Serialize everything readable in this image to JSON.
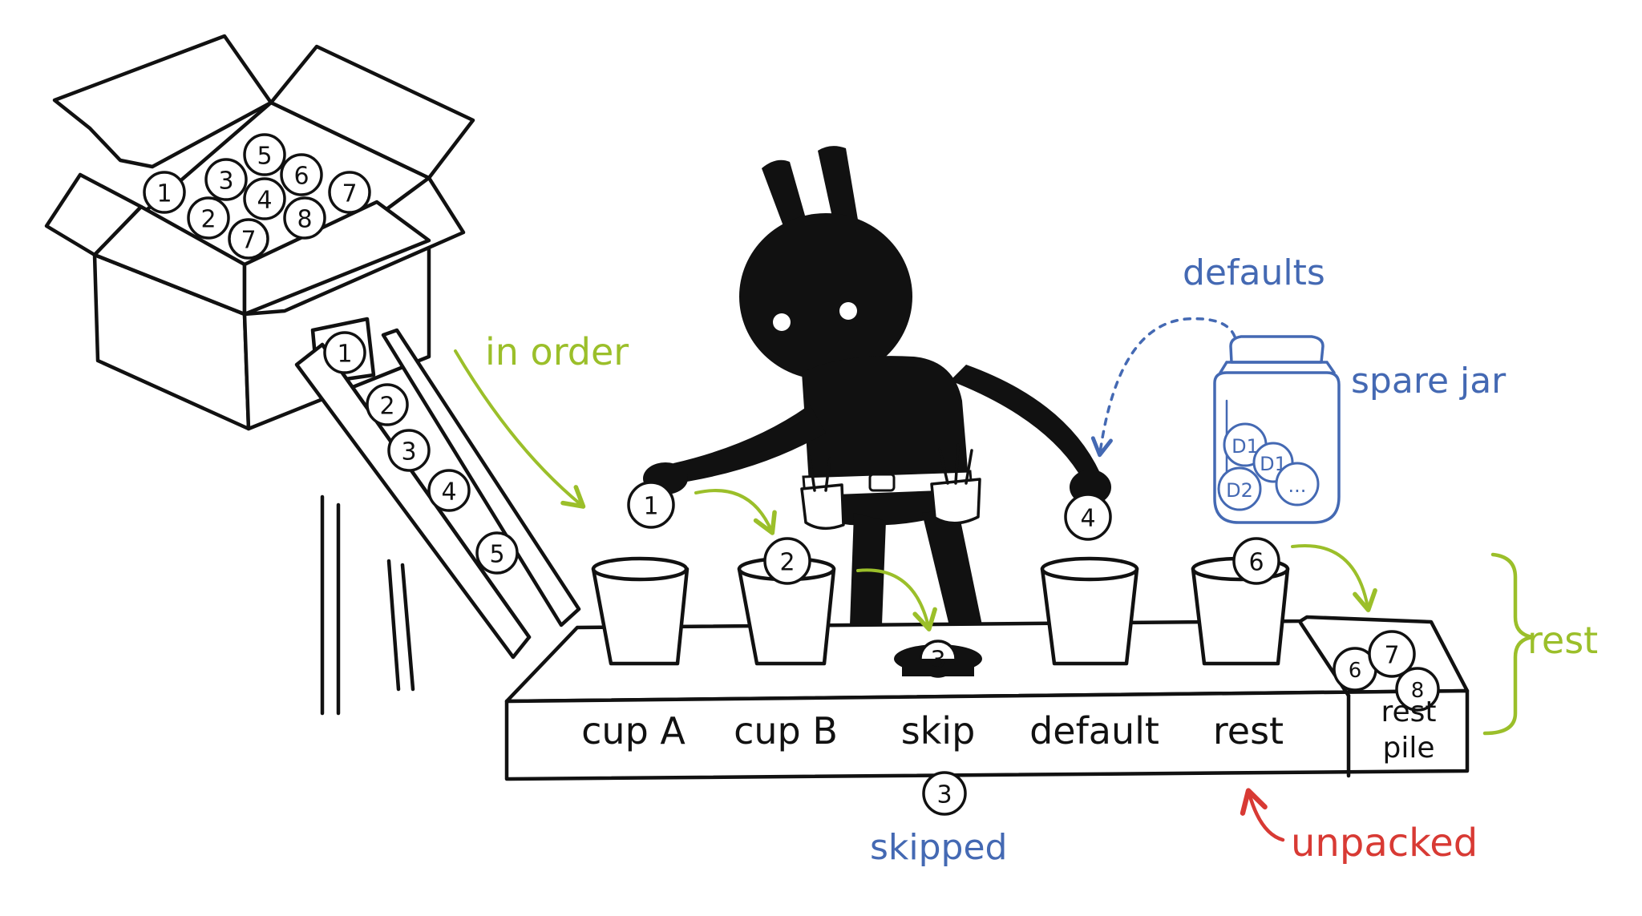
{
  "colors": {
    "ink": "#111111",
    "green": "#9bbf2a",
    "blue": "#4469b3",
    "red": "#d83a34",
    "paper": "#ffffff"
  },
  "box": {
    "balls": [
      "1",
      "2",
      "3",
      "4",
      "5",
      "6",
      "7",
      "8",
      "7"
    ]
  },
  "chute": {
    "balls": [
      "1",
      "2",
      "3",
      "4",
      "5"
    ]
  },
  "annotations": {
    "in_order": "in order",
    "defaults": "defaults",
    "spare_jar": "spare jar",
    "rest": "rest",
    "skipped": "skipped",
    "unpacked": "unpacked"
  },
  "jar": {
    "balls": [
      "D1",
      "D1",
      "D2",
      "..."
    ]
  },
  "slots": [
    {
      "label": "cup A",
      "ball": "1"
    },
    {
      "label": "cup B",
      "ball": "2"
    },
    {
      "label": "skip",
      "ball": "3"
    },
    {
      "label": "default",
      "ball": "4"
    },
    {
      "label": "rest",
      "ball": "6"
    }
  ],
  "rest_pile": {
    "line1": "rest",
    "line2": "pile",
    "balls": [
      "7",
      "6",
      "8"
    ]
  },
  "skipped_ball": "3"
}
